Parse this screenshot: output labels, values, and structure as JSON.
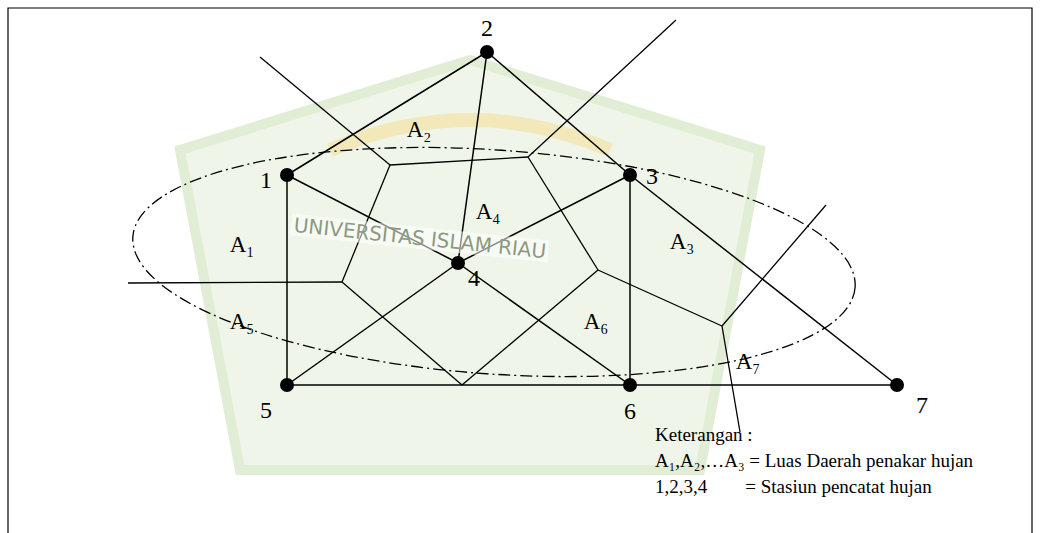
{
  "diagram": {
    "labels": [
      "2",
      "1",
      "3",
      "4",
      "5",
      "6",
      "7",
      "A₂",
      "A₄",
      "A₁",
      "A₃",
      "A₅",
      "A₆",
      "A₇",
      "UNIVERSITAS ISLAM RIAU",
      "Keterangan :",
      "A₁,A₂,…A₃ = Luas Daerah penakar hujan",
      "1,2,3,4        = Stasiun pencatat hujan"
    ]
  }
}
